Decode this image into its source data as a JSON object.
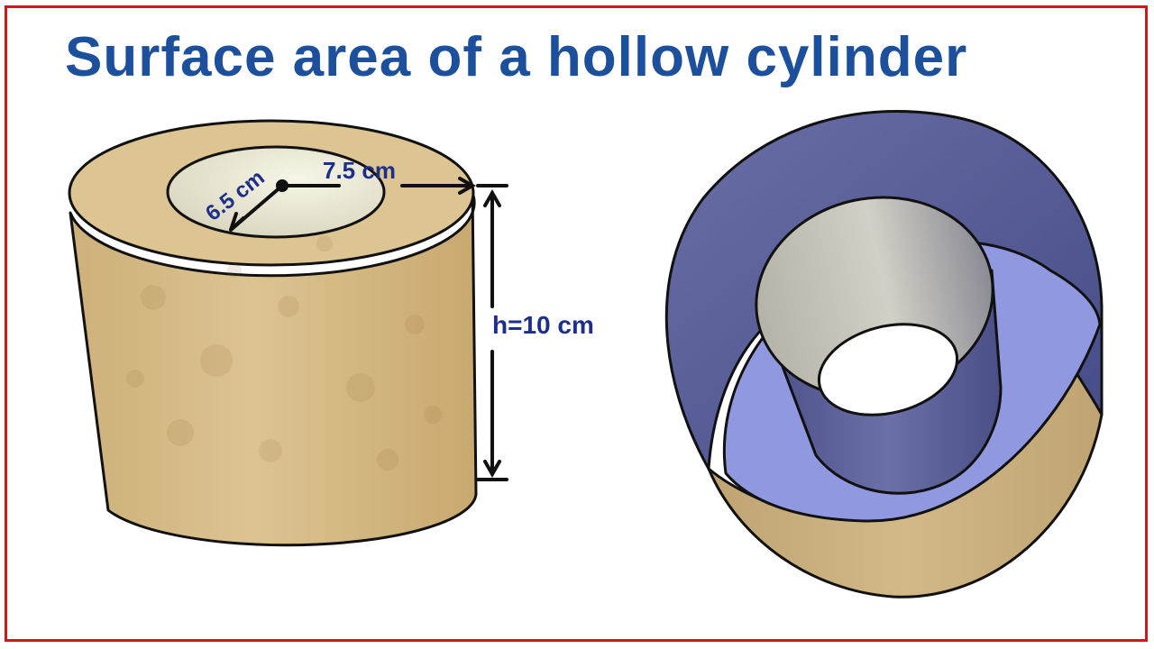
{
  "title": "Surface area of a hollow cylinder",
  "labels": {
    "inner_radius": "6.5 cm",
    "outer_radius": "7.5 cm",
    "height": "h=10 cm"
  },
  "colors": {
    "title": "#1c4f9c",
    "label": "#1c2f8a",
    "frame": "#d01818",
    "cardboard": "#d7bd8a",
    "inner_wall": "#5b6096",
    "inner_floor": "#9099e0",
    "inner_tube_light": "#c9c7bf"
  }
}
